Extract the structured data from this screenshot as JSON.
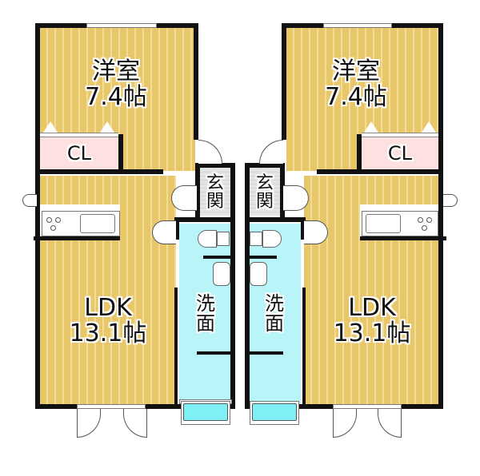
{
  "floorplan": {
    "units": [
      {
        "side": "left",
        "bedroom": {
          "name": "洋室",
          "size": "7.4帖"
        },
        "closet": {
          "name": "CL"
        },
        "entrance": {
          "name_line1": "玄",
          "name_line2": "関"
        },
        "washroom": {
          "name_line1": "洗",
          "name_line2": "面"
        },
        "ldk": {
          "name": "LDK",
          "size": "13.1帖"
        }
      },
      {
        "side": "right",
        "bedroom": {
          "name": "洋室",
          "size": "7.4帖"
        },
        "closet": {
          "name": "CL"
        },
        "entrance": {
          "name_line1": "玄",
          "name_line2": "関"
        },
        "washroom": {
          "name_line1": "洗",
          "name_line2": "面"
        },
        "ldk": {
          "name": "LDK",
          "size": "13.1帖"
        }
      }
    ],
    "colors": {
      "floor_wood": "#e8c66a",
      "floor_stripe": "#f3dc96",
      "wet_area": "#b8f4f8",
      "closet": "#fde0e0",
      "wall": "#111111",
      "bathtub": "#7ff0f6"
    }
  }
}
